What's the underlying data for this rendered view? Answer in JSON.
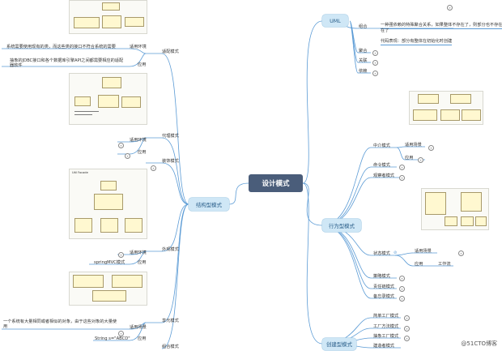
{
  "root": {
    "label": "设计模式"
  },
  "uml": {
    "label": "UML",
    "combination": {
      "label": "组合",
      "note1": "一种强依赖的特殊聚合关系，如果整体不存在了，则部分也不存在了",
      "note2": "代码表现：部分有整体在初始化时创建"
    },
    "aggregation": "聚合",
    "association": "关联",
    "dependency": "依赖"
  },
  "structural": {
    "label": "结构型模式",
    "adapter": {
      "label": "适配模式",
      "usage_note": "系统需要使用现有的类，而这些类的接口不符合系统的需要",
      "usage": "适用环境",
      "app_note1": "抽象的JDBC接口和各个数据库引擎API之间都需要相应的适配",
      "app_note2": "器软件",
      "app": "应用"
    },
    "proxy": {
      "label": "代理模式",
      "usage": "适用环境",
      "app": "应用"
    },
    "decorator": {
      "label": "装饰模式"
    },
    "facade": {
      "label": "外观模式",
      "usage": "适用环境",
      "app_note": "springMVC模式",
      "app": "应用"
    },
    "flyweight": {
      "label": "享元模式",
      "usage_note1": "一个系统有大量相同或者相似的对象，由于这些对象的大量使",
      "usage_note2": "用",
      "usage": "适用场景",
      "app_note": "String s=\"ABCD\"",
      "app": "应用"
    },
    "composite": {
      "label": "组合模式"
    }
  },
  "behavioral": {
    "label": "行为型模式",
    "mediator": {
      "label": "中介模式",
      "usage": "适用场景",
      "app": "应用"
    },
    "command": "命令模式",
    "observer": "观察者模式",
    "state": {
      "label": "状态模式",
      "usage": "适用场景",
      "app": "应用",
      "app_note": "工作流"
    },
    "strategy": "策略模式",
    "chain": "责任链模式",
    "visitor": "备忘录模式"
  },
  "creational": {
    "label": "创建型模式",
    "simple_factory": "简单工厂模式",
    "factory_method": "工厂方法模式",
    "abstract_factory": "抽象工厂模式",
    "builder": "建造者模式"
  },
  "diagram_snippets": {
    "decorator_thumb_title": "Util Facade",
    "facade_thumb_title": "Facade"
  },
  "watermark": "@51CTO博客",
  "colors": {
    "root_bg": "#4a5d7a",
    "node_bg": "#cfe7f6",
    "line": "#5b9bd5"
  }
}
